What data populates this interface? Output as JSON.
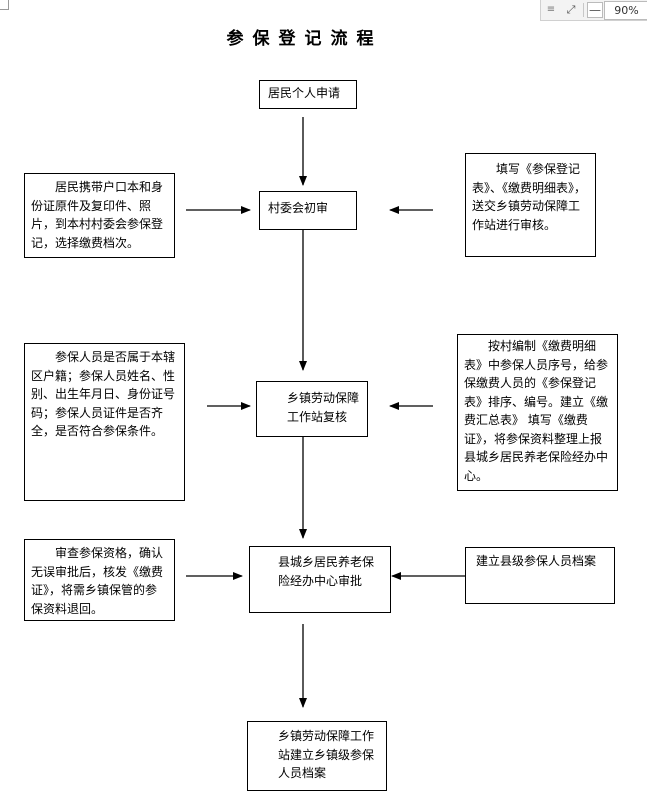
{
  "title": "参保登记流程",
  "zoom": {
    "value": "90%",
    "view_icon": "view-mode-icon",
    "fit_icon": "fit-page-icon",
    "minus_icon": "zoom-out-icon",
    "minus_label": "—"
  },
  "steps": {
    "apply": "居民个人申请",
    "village_review": "村委会初审",
    "town_review": "乡镇劳动保障工作站复核",
    "county_approve": "县城乡居民养老保险经办中心审批",
    "town_archive": "乡镇劳动保障工作站建立乡镇级参保人员档案"
  },
  "notes": {
    "left1": "居民携带户口本和身份证原件及复印件、照片，到本村村委会参保登记，选择缴费档次。",
    "right1": "填写《参保登记表》、《缴费明细表》，送交乡镇劳动保障工作站进行审核。",
    "left2": "参保人员是否属于本辖区户籍；参保人员姓名、性别、出生年月日、身份证号码；参保人员证件是否齐全，是否符合参保条件。",
    "right2": "按村编制《缴费明细表》中参保人员序号，给参保缴费人员的《参保登记表》排序、编号。建立《缴费汇总表》 填写《缴费证》，将参保资料整理上报县城乡居民养老保险经办中心。",
    "left3": "审查参保资格，确认无误审批后，核发《缴费证》，将需乡镇保管的参保资料退回。",
    "right3": "建立县级参保人员档案"
  }
}
